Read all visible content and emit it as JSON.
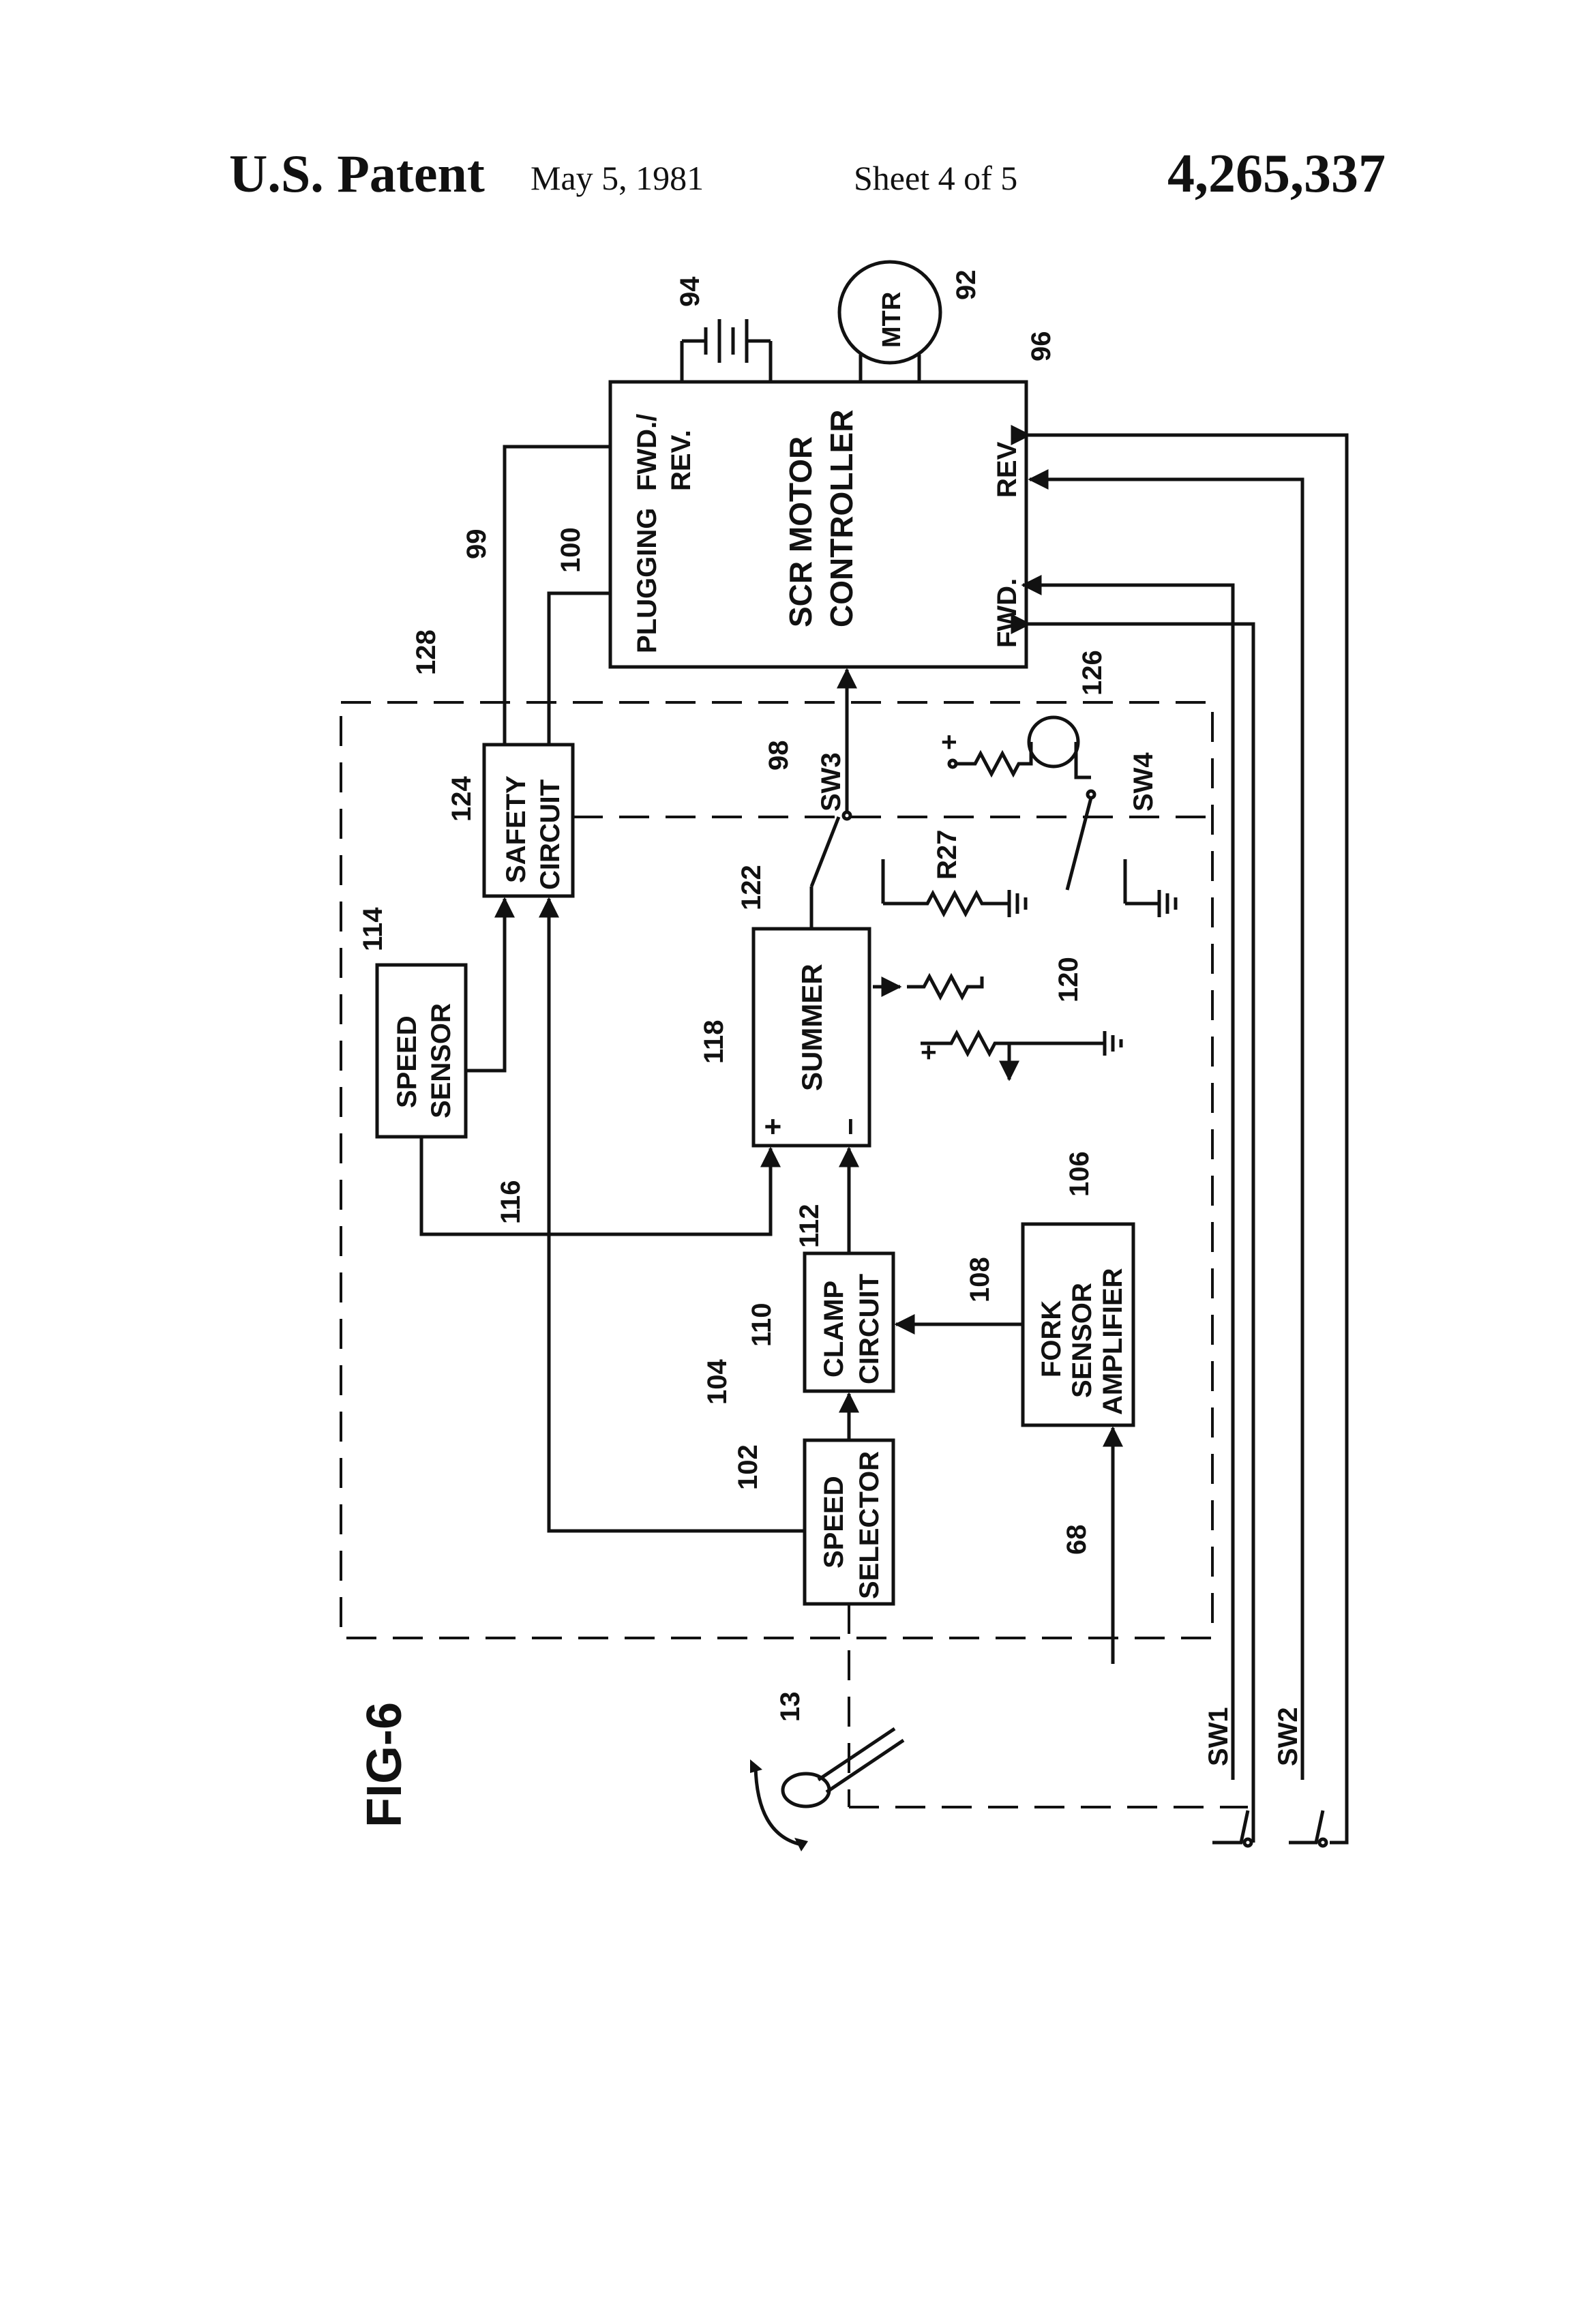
{
  "header": {
    "title": "U.S. Patent",
    "date": "May 5, 1981",
    "sheet": "Sheet 4 of 5",
    "patent_number": "4,265,337"
  },
  "figure": {
    "label": "FIG-6",
    "blocks": {
      "scr_controller_line1": "SCR MOTOR",
      "scr_controller_line2": "CONTROLLER",
      "plugging": "PLUGGING",
      "fwd_rev_line1": "FWD./",
      "fwd_rev_line2": "REV.",
      "rev": "REV.",
      "fwd": "FWD.",
      "motor": "MTR",
      "safety_line1": "SAFETY",
      "safety_line2": "CIRCUIT",
      "speed_sensor_line1": "SPEED",
      "speed_sensor_line2": "SENSOR",
      "summer": "SUMMER",
      "summer_plus": "+",
      "summer_minus": "−",
      "clamp_line1": "CLAMP",
      "clamp_line2": "CIRCUIT",
      "speed_selector_line1": "SPEED",
      "speed_selector_line2": "SELECTOR",
      "fork_line1": "FORK",
      "fork_line2": "SENSOR",
      "fork_line3": "AMPLIFIER"
    },
    "components": {
      "sw1": "SW1",
      "sw2": "SW2",
      "sw3": "SW3",
      "sw4": "SW4",
      "r27": "R27",
      "plus1": "+",
      "plus2": "+"
    },
    "refs": {
      "r13": "13",
      "r68": "68",
      "r92": "92",
      "r94": "94",
      "r96": "96",
      "r98": "98",
      "r99": "99",
      "r100": "100",
      "r102": "102",
      "r104": "104",
      "r106": "106",
      "r108": "108",
      "r110": "110",
      "r112": "112",
      "r114": "114",
      "r116": "116",
      "r118": "118",
      "r120": "120",
      "r122": "122",
      "r124": "124",
      "r126": "126",
      "r128": "128"
    }
  }
}
